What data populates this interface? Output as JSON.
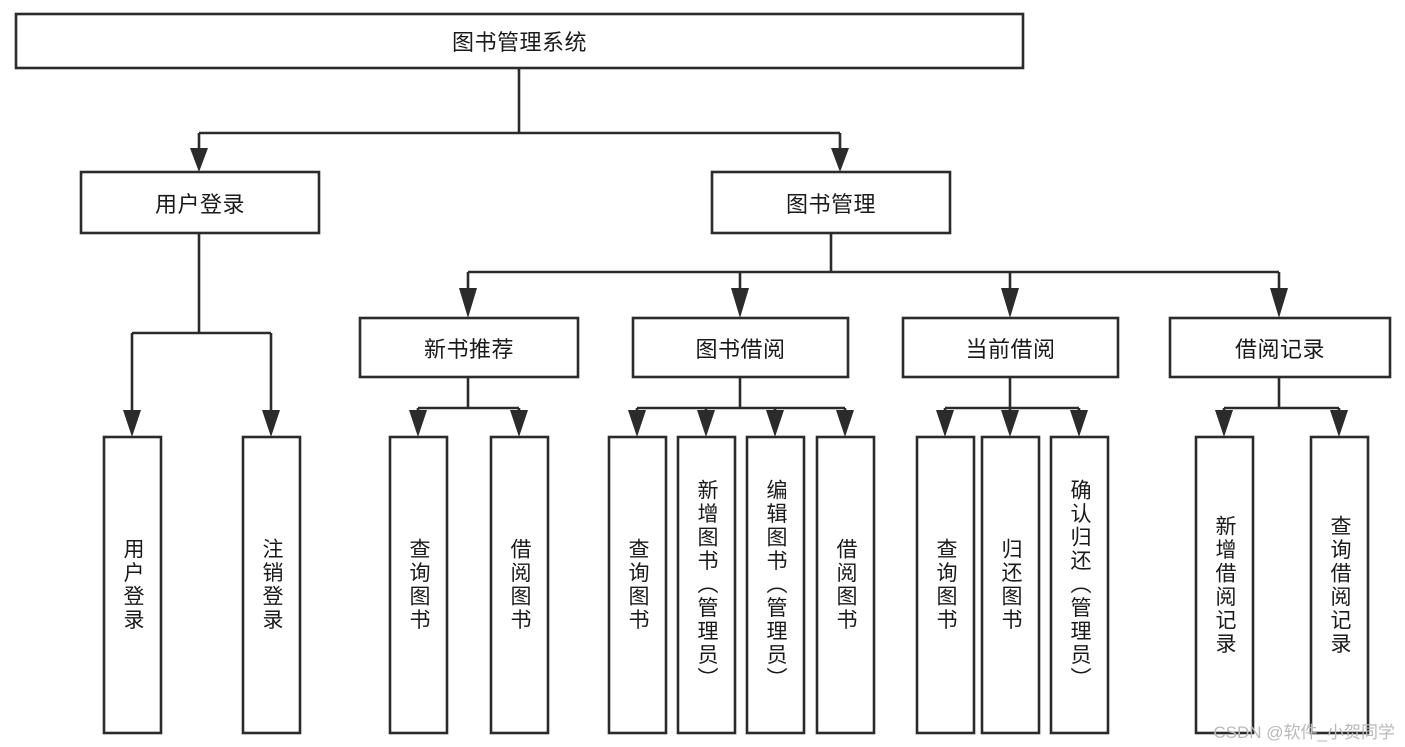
{
  "diagram": {
    "type": "tree",
    "title": "图书管理系统",
    "watermark": "CSDN @软件_小贺同学",
    "colors": {
      "stroke": "#2b2b2b",
      "fill": "#ffffff",
      "text": "#1a1a1a",
      "watermark": "#b9b9b9"
    },
    "root": {
      "label": "图书管理系统",
      "orientation": "horizontal"
    },
    "level1": [
      {
        "label": "用户登录",
        "orientation": "horizontal"
      },
      {
        "label": "图书管理",
        "orientation": "horizontal"
      }
    ],
    "level2": [
      {
        "label": "新书推荐",
        "orientation": "horizontal"
      },
      {
        "label": "图书借阅",
        "orientation": "horizontal"
      },
      {
        "label": "当前借阅",
        "orientation": "horizontal"
      },
      {
        "label": "借阅记录",
        "orientation": "horizontal"
      }
    ],
    "leaves": {
      "user_login": [
        {
          "label": "用户登录",
          "orientation": "vertical"
        },
        {
          "label": "注销登录",
          "orientation": "vertical"
        }
      ],
      "new_book_recommend": [
        {
          "label": "查询图书",
          "orientation": "vertical"
        },
        {
          "label": "借阅图书",
          "orientation": "vertical"
        }
      ],
      "book_borrow": [
        {
          "label": "查询图书",
          "orientation": "vertical"
        },
        {
          "label": "新增图书（管理员）",
          "orientation": "vertical"
        },
        {
          "label": "编辑图书（管理员）",
          "orientation": "vertical"
        },
        {
          "label": "借阅图书",
          "orientation": "vertical"
        }
      ],
      "current_borrow": [
        {
          "label": "查询图书",
          "orientation": "vertical"
        },
        {
          "label": "归还图书",
          "orientation": "vertical"
        },
        {
          "label": "确认归还（管理员）",
          "orientation": "vertical"
        }
      ],
      "borrow_record": [
        {
          "label": "新增借阅记录",
          "orientation": "vertical"
        },
        {
          "label": "查询借阅记录",
          "orientation": "vertical"
        }
      ]
    }
  }
}
